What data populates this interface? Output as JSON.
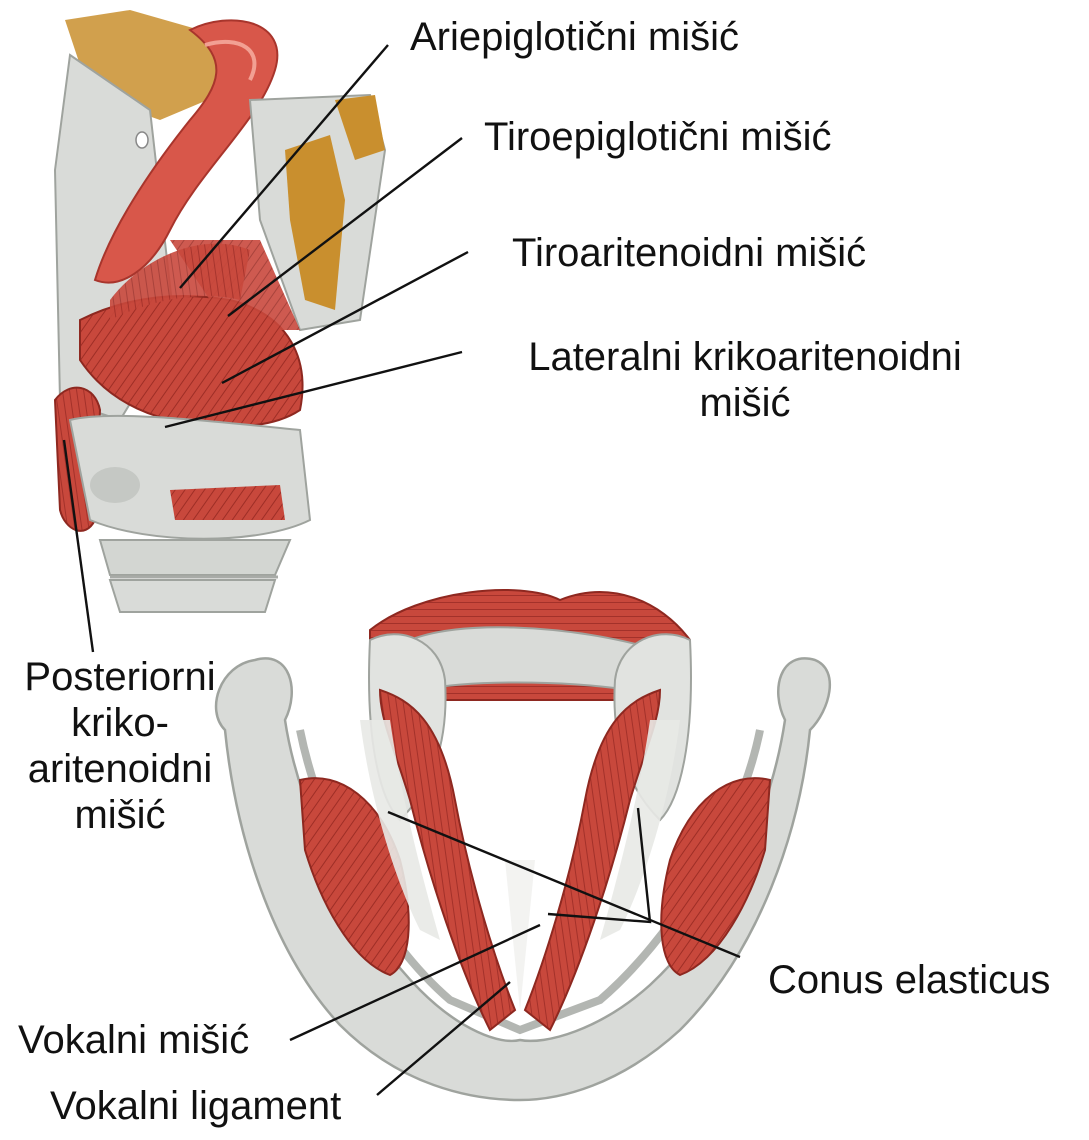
{
  "labels": {
    "ariepiglotic": "Ariepiglotični mišić",
    "tiroepiglotic": "Tiroepiglotični mišić",
    "tiroaritenoid": "Tiroaritenoidni mišić",
    "lateral_line1": "Lateralni krikoaritenoidni",
    "lateral_line2": "mišić",
    "posterior_line1": "Posteriorni",
    "posterior_line2": "kriko-",
    "posterior_line3": "aritenoidni",
    "posterior_line4": "mišić",
    "conus": "Conus elasticus",
    "vokalni_misic": "Vokalni mišić",
    "vokalni_ligament": "Vokalni ligament"
  },
  "colors": {
    "muscle": "#c8483c",
    "muscle_dark": "#9e2e26",
    "muscle_light": "#e07a6a",
    "cartilage": "#d9dbd8",
    "cartilage_shade": "#b3b6b2",
    "fat": "#c98f2e",
    "mucosa": "#d8574a",
    "line": "#111111"
  }
}
